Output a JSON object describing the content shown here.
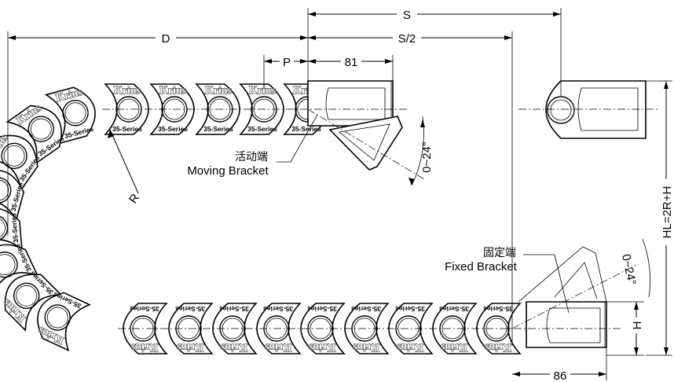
{
  "dimensions": {
    "S": "S",
    "D": "D",
    "S_half": "S/2",
    "P": "P",
    "bracket_depth": "81",
    "fixed_depth": "86",
    "R": "R",
    "H": "H",
    "HL": "HL=2R+H",
    "angle_moving": "0~24°",
    "angle_fixed": "0~24°"
  },
  "labels": {
    "moving_cn": "活动端",
    "moving_en": "Moving Bracket",
    "fixed_cn": "固定端",
    "fixed_en": "Fixed Bracket"
  },
  "link_marking": {
    "brand": "Krius",
    "series": "35-Series"
  }
}
